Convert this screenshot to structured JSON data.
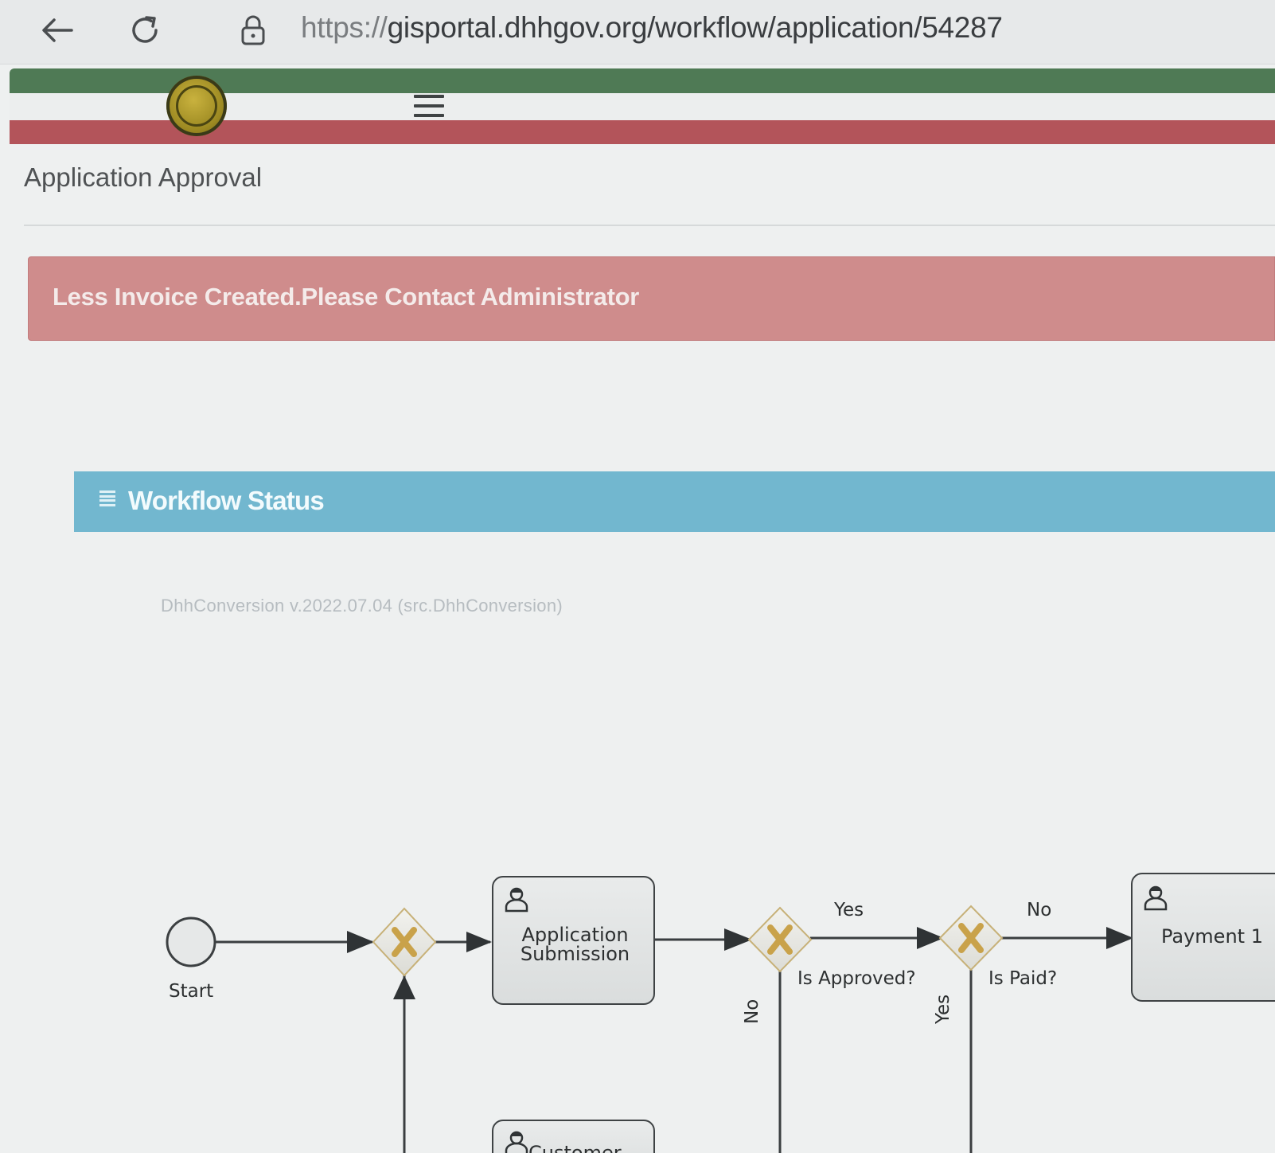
{
  "browser": {
    "url_protocol": "https://",
    "url_rest": "gisportal.dhhgov.org/workflow/application/54287"
  },
  "page": {
    "title": "Application Approval"
  },
  "alert": {
    "message": "Less Invoice Created.Please Contact Administrator"
  },
  "workflow_panel": {
    "title": "Workflow Status",
    "version": "DhhConversion v.2022.07.04 (src.DhhConversion)"
  },
  "diagram": {
    "start_label": "Start",
    "tasks": {
      "application_submission": [
        "Application",
        "Submission"
      ],
      "payment": "Payment 1",
      "customer": "Customer"
    },
    "gateways": {
      "approved_label": "Is Approved?",
      "paid_label": "Is Paid?"
    },
    "flows": {
      "approved_yes": "Yes",
      "approved_no": "No",
      "paid_no": "No",
      "paid_yes": "Yes"
    }
  },
  "colors": {
    "green_band": "#4f7a55",
    "red_band": "#b3545a",
    "alert_bg": "#cf8c8c",
    "panel_bg": "#72b7cf",
    "gateway_x": "#c9a24a"
  }
}
